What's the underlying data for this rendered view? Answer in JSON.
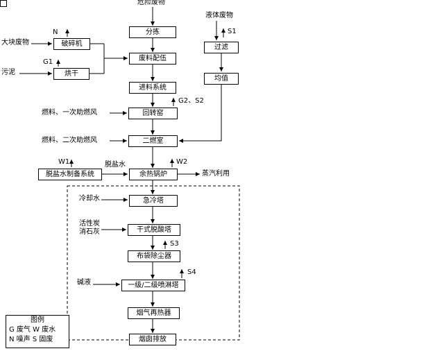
{
  "nodes": {
    "hazardous_waste": "危险废物",
    "sorting": "分拣",
    "waste_blending": "废料配伍",
    "feeding_system": "进料系统",
    "rotary_kiln": "回转窑",
    "secondary_combustion": "二燃室",
    "waste_heat_boiler": "余热锅炉",
    "quench_tower": "急冷塔",
    "dry_deacid_tower": "干式脱酸塔",
    "bag_filter": "布袋除尘器",
    "spray_tower": "一级/二级喷淋塔",
    "flue_gas_reheater": "烟气再热器",
    "stack_discharge": "烟囱排放",
    "crusher": "破碎机",
    "dryer": "烘干",
    "filtration": "过滤",
    "equalization": "均值",
    "demin_water_system": "脱盐水制备系统"
  },
  "labels": {
    "bulky_waste": "大块废物",
    "sludge": "污泥",
    "liquid_waste": "液体废物",
    "fuel_primary_air": "燃料、一次助燃风",
    "fuel_secondary_air": "燃料、二次助燃风",
    "demin_water": "脱盐水",
    "cooling_water": "冷却水",
    "activated_carbon": "活性炭",
    "slaked_lime": "消石灰",
    "alkali_liquor": "碱液",
    "steam_use": "蒸汽利用"
  },
  "emissions": {
    "n": "N",
    "g1": "G1",
    "s1": "S1",
    "g2s2": "G2、S2",
    "w1": "W1",
    "w2": "W2",
    "s3": "S3",
    "s4": "S4"
  },
  "legend": {
    "title": "图例",
    "row1": "G 废气 W 废水",
    "row2": "N 噪声 S 固废"
  }
}
